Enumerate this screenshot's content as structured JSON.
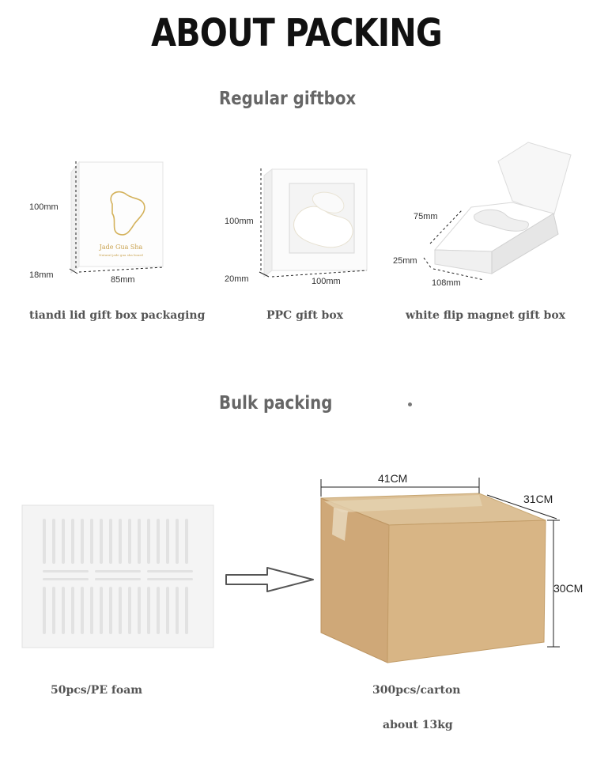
{
  "page": {
    "title": "ABOUT PACKING",
    "regular_heading": "Regular giftbox",
    "bulk_heading": "Bulk packing"
  },
  "giftboxes": [
    {
      "caption": "tiandi lid gift box packaging",
      "height": "100mm",
      "depth": "18mm",
      "width": "85mm",
      "print_title": "Jade Gua Sha",
      "print_subtitle": "Natural jade gua sha board"
    },
    {
      "caption": "PPC gift box",
      "height": "100mm",
      "depth": "20mm",
      "width": "100mm"
    },
    {
      "caption": "white flip magnet gift box",
      "height": "75mm",
      "depth": "25mm",
      "width": "108mm"
    }
  ],
  "bulk": {
    "foam_caption": "50pcs/PE foam",
    "carton_caption": "300pcs/carton",
    "weight": "about  13kg",
    "carton_length": "41CM",
    "carton_width": "31CM",
    "carton_height": "30CM"
  },
  "colors": {
    "gold": "#d4b25c",
    "kraft": "#d9b98a",
    "kraft_dark": "#c9a470",
    "heading_grey": "#666666"
  }
}
